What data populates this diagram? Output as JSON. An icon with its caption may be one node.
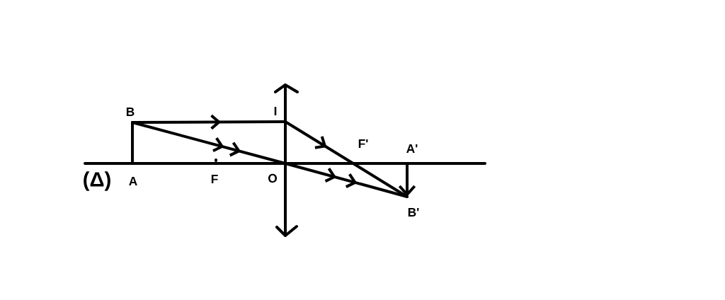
{
  "diagram": {
    "nodes": [
      {
        "text": [
          "B"
        ]
      },
      {
        "text": [
          "A"
        ]
      },
      {
        "text": [
          "I"
        ]
      },
      {
        "text": [
          "O"
        ]
      },
      {
        "text": [
          "F"
        ]
      },
      {
        "text": [
          "F'"
        ]
      },
      {
        "text": [
          "A'"
        ]
      },
      {
        "text": [
          "B'"
        ]
      }
    ],
    "edges": [
      {
        "from": 1,
        "to": 0,
        "arrow": "none"
      },
      {
        "from": 0,
        "to": 2,
        "arrow": "to"
      },
      {
        "from": 2,
        "to": 7,
        "arrow": "to"
      },
      {
        "from": 0,
        "to": 3,
        "arrow": "to"
      },
      {
        "from": 3,
        "to": 7,
        "arrow": "to"
      },
      {
        "from": 6,
        "to": 7,
        "arrow": "to"
      }
    ],
    "labels": [
      "(Δ)"
    ]
  }
}
